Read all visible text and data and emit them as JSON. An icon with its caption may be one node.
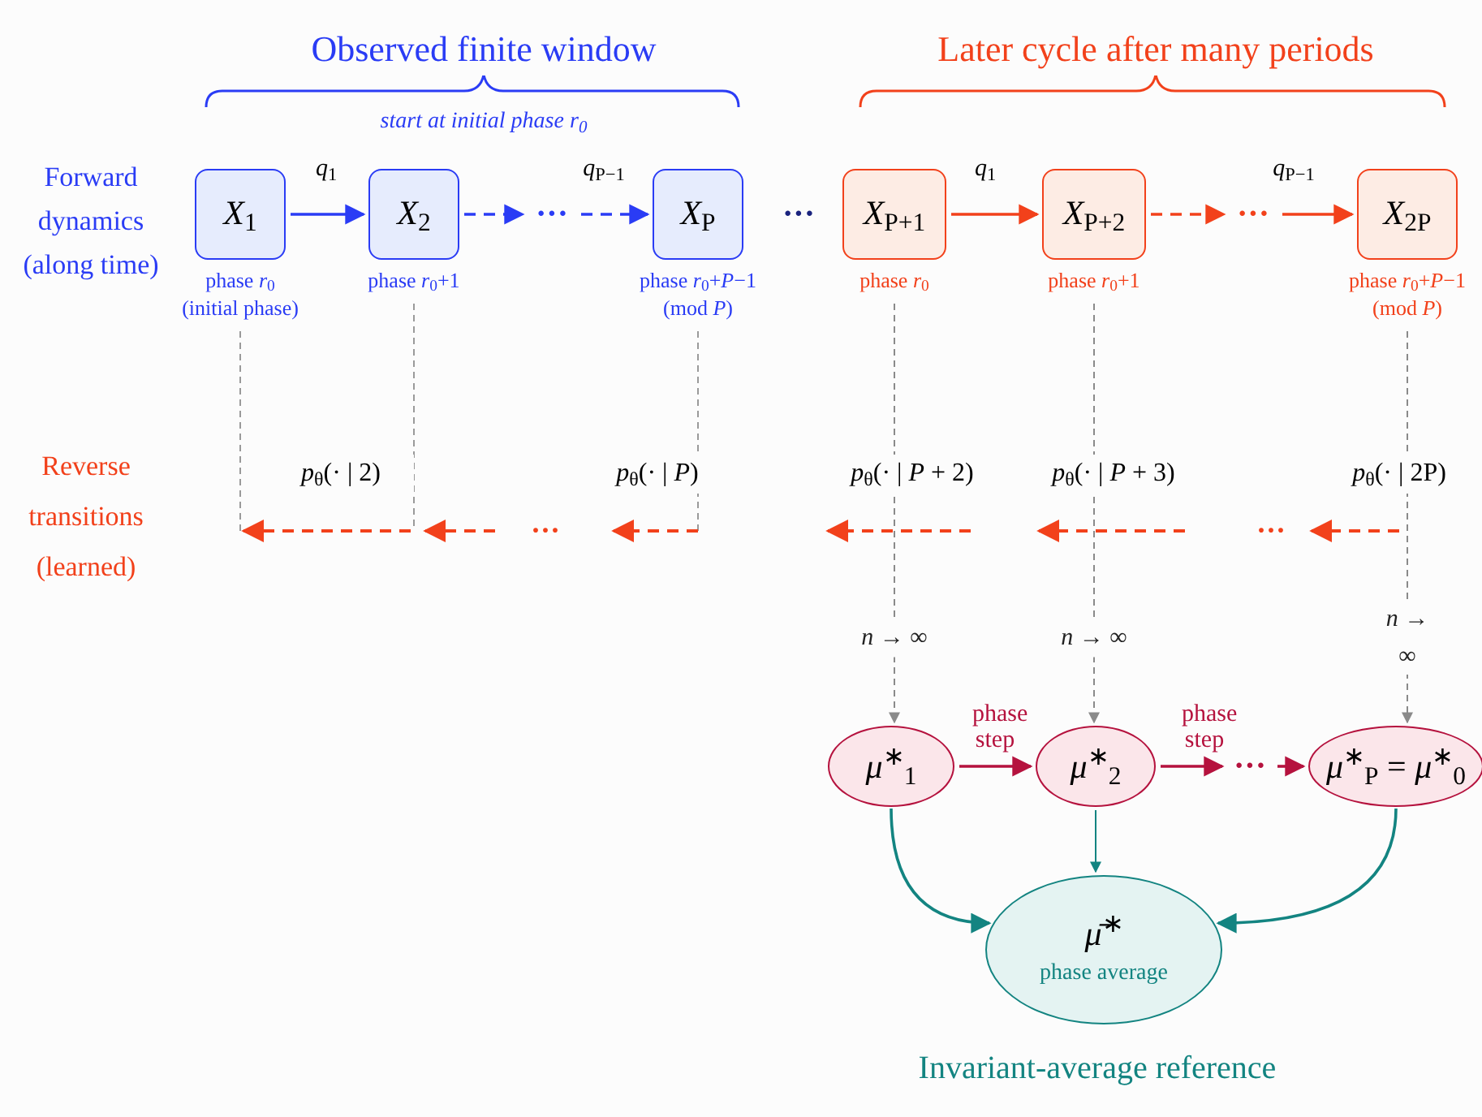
{
  "diagram": {
    "nodes": [
      {
        "text": [
          "*X*$_{1}$"
        ],
        "beside": [
          "phase *r*$_{0}$",
          "(initial phase)"
        ]
      },
      {
        "text": [
          "*X*$_{2}$"
        ],
        "beside": [
          "phase *r*$_{0}$+1"
        ]
      },
      {
        "text": [
          "···"
        ]
      },
      {
        "text": [
          "*X*$_{P}$"
        ],
        "beside": [
          "phase *r*$_{0}$+*P*−1",
          "(mod *P*)"
        ]
      },
      {
        "text": [
          "*X*$_{P+1}$"
        ],
        "beside": [
          "phase *r*$_{0}$"
        ]
      },
      {
        "text": [
          "*X*$_{P+2}$"
        ],
        "beside": [
          "phase *r*$_{0}$+1"
        ]
      },
      {
        "text": [
          "···"
        ]
      },
      {
        "text": [
          "*X*$_{2P}$"
        ],
        "beside": [
          "phase *r*$_{0}$+*P*−1",
          "(mod *P*)"
        ]
      },
      {
        "text": [
          "*μ*$^{∗}$$_{1}$"
        ]
      },
      {
        "text": [
          "*μ*$^{∗}$$_{2}$"
        ]
      },
      {
        "text": [
          "···"
        ]
      },
      {
        "text": [
          "*μ*$^{∗}$$_{P}$ = *μ*$^{∗}$$_{0}$"
        ]
      },
      {
        "text": [
          "*μ̄*$^{∗}$",
          "phase average"
        ],
        "beside": [
          "Invariant-average reference"
        ]
      }
    ],
    "edges": [
      {
        "from": 0,
        "to": 1,
        "arrow": "to",
        "label": "*q*$_{1}$",
        "color": "#2a3cf5"
      },
      {
        "from": 1,
        "to": 2,
        "arrow": "to",
        "style": "dashed",
        "color": "#2a3cf5"
      },
      {
        "from": 2,
        "to": 3,
        "arrow": "to",
        "style": "dashed",
        "label": "*q*$_{P−1}$",
        "color": "#2a3cf5"
      },
      {
        "from": 4,
        "to": 5,
        "arrow": "to",
        "label": "*q*$_{1}$",
        "color": "#f2411b"
      },
      {
        "from": 5,
        "to": 6,
        "arrow": "to",
        "style": "dashed",
        "color": "#f2411b"
      },
      {
        "from": 6,
        "to": 7,
        "arrow": "to",
        "label": "*q*$_{P−1}$",
        "color": "#f2411b"
      },
      {
        "from": 4,
        "to": 8,
        "arrow": "to",
        "style": "dashed",
        "label": "*n* → ∞",
        "color": "#8a8a8a"
      },
      {
        "from": 5,
        "to": 9,
        "arrow": "to",
        "style": "dashed",
        "label": "*n* → ∞",
        "color": "#8a8a8a"
      },
      {
        "from": 7,
        "to": 11,
        "arrow": "to",
        "style": "dashed",
        "label": "*n* → ∞",
        "color": "#8a8a8a"
      },
      {
        "from": 8,
        "to": 9,
        "arrow": "to",
        "label": "phase step",
        "color": "#b5123e"
      },
      {
        "from": 9,
        "to": 10,
        "arrow": "to",
        "label": "phase step",
        "color": "#b5123e"
      },
      {
        "from": 10,
        "to": 11,
        "arrow": "to",
        "color": "#b5123e"
      },
      {
        "from": 8,
        "to": 12,
        "arrow": "to",
        "color": "#138481"
      },
      {
        "from": 9,
        "to": 12,
        "arrow": "to",
        "color": "#138481"
      },
      {
        "from": 11,
        "to": 12,
        "arrow": "to",
        "color": "#138481"
      }
    ],
    "labels": [
      "Observed finite window",
      "Later cycle after many periods",
      "start at initial phase *r*$_{0}$",
      "Forward dynamics (along time)",
      "···",
      "Reverse transitions (learned)",
      "*p*$_{θ}$(· | 2)",
      "*p*$_{θ}$(· | *P*)",
      "*p*$_{θ}$(· | *P* + 2)",
      "*p*$_{θ}$(· | *P* + 3)",
      "*p*$_{θ}$(· | 2P)",
      "···",
      "···"
    ]
  }
}
